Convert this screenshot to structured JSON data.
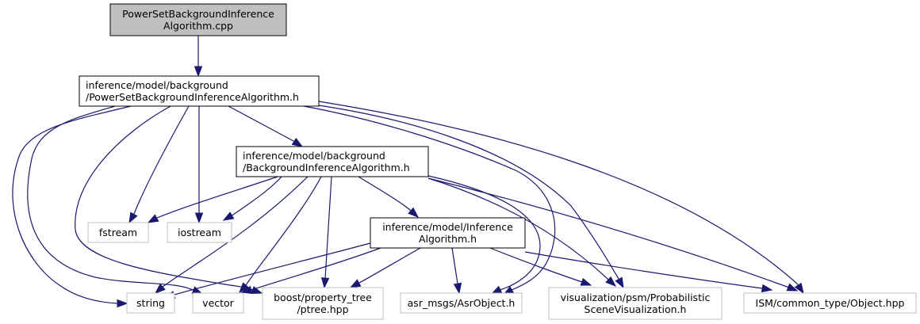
{
  "diagram": {
    "type": "include-dependency-graph",
    "colors": {
      "edge": "#191970",
      "root_fill": "#bfbfbf",
      "root_border": "#000000",
      "project_border": "#000000",
      "external_border": "#bfbfbf"
    },
    "nodes": {
      "root": {
        "lines": [
          "PowerSetBackgroundInference",
          "Algorithm.cpp"
        ],
        "kind": "root"
      },
      "powerset_h": {
        "lines": [
          "inference/model/background",
          "/PowerSetBackgroundInferenceAlgorithm.h"
        ],
        "kind": "project"
      },
      "background_h": {
        "lines": [
          "inference/model/background",
          "/BackgroundInferenceAlgorithm.h"
        ],
        "kind": "project"
      },
      "inference_h": {
        "lines": [
          "inference/model/Inference",
          "Algorithm.h"
        ],
        "kind": "project"
      },
      "fstream": {
        "lines": [
          "fstream"
        ],
        "kind": "external"
      },
      "iostream": {
        "lines": [
          "iostream"
        ],
        "kind": "external"
      },
      "string": {
        "lines": [
          "string"
        ],
        "kind": "external"
      },
      "vector": {
        "lines": [
          "vector"
        ],
        "kind": "external"
      },
      "ptree": {
        "lines": [
          "boost/property_tree",
          "/ptree.hpp"
        ],
        "kind": "external"
      },
      "asrobject": {
        "lines": [
          "asr_msgs/AsrObject.h"
        ],
        "kind": "external"
      },
      "psmvis": {
        "lines": [
          "visualization/psm/Probabilistic",
          "SceneVisualization.h"
        ],
        "kind": "external"
      },
      "ismobject": {
        "lines": [
          "ISM/common_type/Object.hpp"
        ],
        "kind": "external"
      }
    },
    "edges": [
      {
        "from": "root",
        "to": "powerset_h"
      },
      {
        "from": "powerset_h",
        "to": "background_h"
      },
      {
        "from": "powerset_h",
        "to": "fstream"
      },
      {
        "from": "powerset_h",
        "to": "iostream"
      },
      {
        "from": "powerset_h",
        "to": "string"
      },
      {
        "from": "powerset_h",
        "to": "vector"
      },
      {
        "from": "powerset_h",
        "to": "ptree"
      },
      {
        "from": "powerset_h",
        "to": "asrobject"
      },
      {
        "from": "powerset_h",
        "to": "psmvis"
      },
      {
        "from": "powerset_h",
        "to": "ismobject"
      },
      {
        "from": "background_h",
        "to": "inference_h"
      },
      {
        "from": "background_h",
        "to": "fstream"
      },
      {
        "from": "background_h",
        "to": "iostream"
      },
      {
        "from": "background_h",
        "to": "string"
      },
      {
        "from": "background_h",
        "to": "vector"
      },
      {
        "from": "background_h",
        "to": "ptree"
      },
      {
        "from": "background_h",
        "to": "asrobject"
      },
      {
        "from": "background_h",
        "to": "psmvis"
      },
      {
        "from": "background_h",
        "to": "ismobject"
      },
      {
        "from": "inference_h",
        "to": "string"
      },
      {
        "from": "inference_h",
        "to": "vector"
      },
      {
        "from": "inference_h",
        "to": "ptree"
      },
      {
        "from": "inference_h",
        "to": "asrobject"
      },
      {
        "from": "inference_h",
        "to": "psmvis"
      },
      {
        "from": "inference_h",
        "to": "ismobject"
      }
    ]
  }
}
